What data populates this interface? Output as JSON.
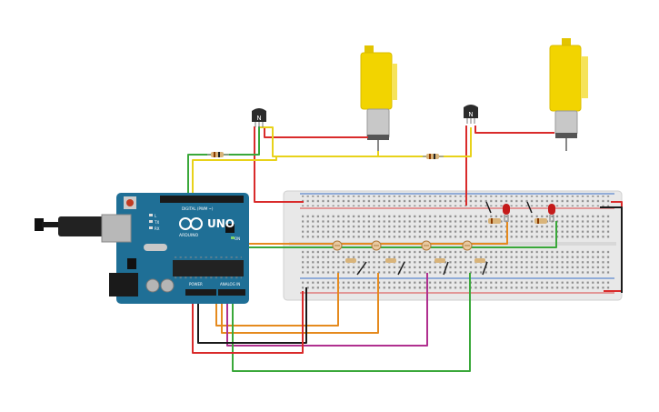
{
  "arduino": {
    "model_label": "UNO",
    "brand_label": "ARDUINO",
    "digital_label": "DIGITAL (PWM ~)",
    "power_label": "POWER",
    "analog_label": "ANALOG IN",
    "tx_label": "TX",
    "rx_label": "RX",
    "l_label": "L",
    "on_label": "ON"
  },
  "transistors": [
    {
      "label": "N"
    },
    {
      "label": "N"
    }
  ],
  "colors": {
    "red": "#d92b2b",
    "green": "#3aa83a",
    "yellow": "#e8d21a",
    "orange": "#e58a1e",
    "magenta": "#b0308f",
    "black": "#1a1a1a",
    "board_blue": "#1f6f96",
    "motor_yellow": "#f2d400",
    "breadboard": "#e9e9e9"
  }
}
